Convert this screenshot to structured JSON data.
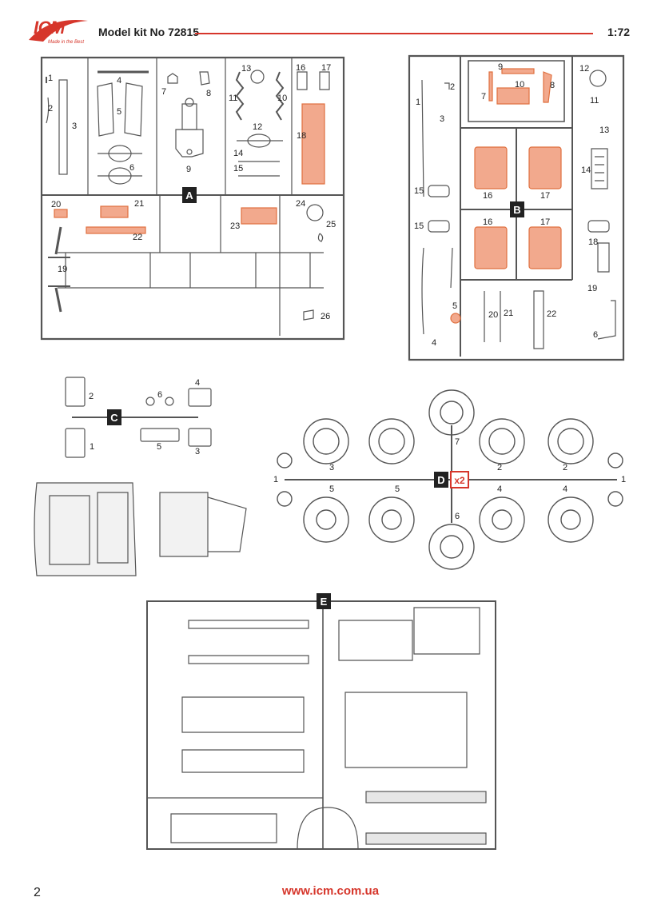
{
  "header": {
    "brand": "ICM",
    "brand_tagline": "Made in the Best",
    "kit_title": "Model kit No 72815",
    "scale": "1:72"
  },
  "colors": {
    "accent": "#d6362b",
    "highlight_fill": "#f2a98d",
    "highlight_stroke": "#e0703f",
    "line": "#555555"
  },
  "sprues": {
    "A": {
      "letter": "A",
      "parts": [
        "1",
        "2",
        "3",
        "4",
        "5",
        "6",
        "7",
        "8",
        "9",
        "10",
        "11",
        "12",
        "13",
        "14",
        "15",
        "16",
        "17",
        "18",
        "19",
        "20",
        "21",
        "22",
        "23",
        "24",
        "25",
        "26"
      ]
    },
    "B": {
      "letter": "B",
      "parts": [
        "1",
        "2",
        "3",
        "4",
        "5",
        "6",
        "7",
        "8",
        "9",
        "10",
        "11",
        "12",
        "13",
        "14",
        "15",
        "15",
        "16",
        "16",
        "17",
        "17",
        "18",
        "19",
        "20",
        "21",
        "22"
      ]
    },
    "C": {
      "letter": "C",
      "parts": [
        "1",
        "2",
        "3",
        "4",
        "5",
        "6"
      ]
    },
    "D": {
      "letter": "D",
      "multiplier": "x2",
      "parts": [
        "1",
        "1",
        "2",
        "2",
        "3",
        "4",
        "4",
        "5",
        "5",
        "6",
        "7"
      ]
    },
    "E": {
      "letter": "E"
    }
  },
  "footer": {
    "page_number": "2",
    "website": "www.icm.com.ua"
  }
}
